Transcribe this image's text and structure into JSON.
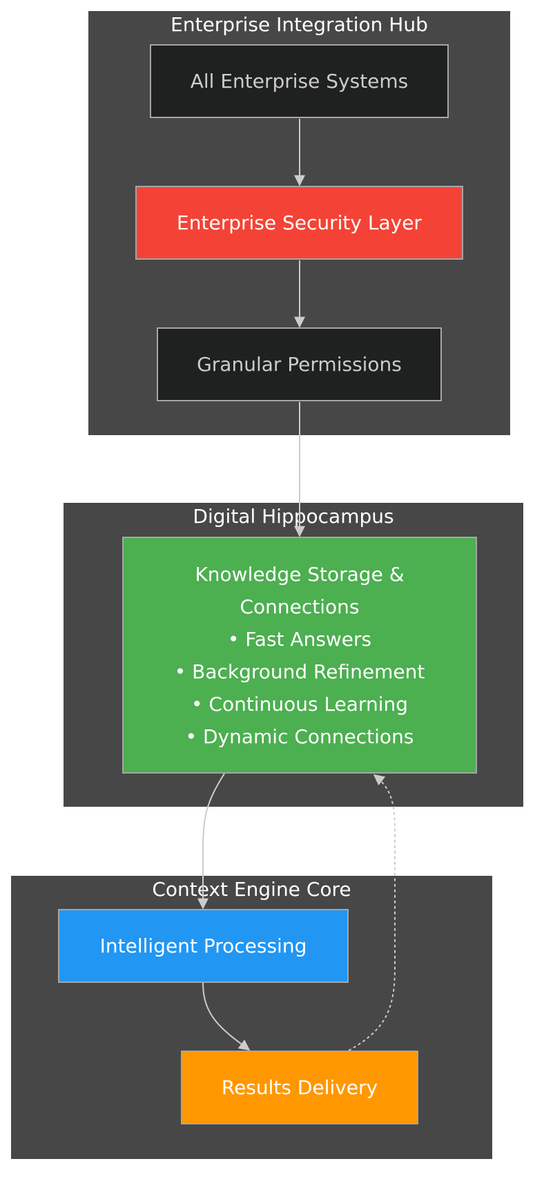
{
  "clusters": {
    "integration_hub": {
      "title": "Enterprise Integration Hub"
    },
    "hippocampus": {
      "title": "Digital Hippocampus"
    },
    "engine_core": {
      "title": "Context Engine Core"
    }
  },
  "nodes": {
    "enterprise_systems": {
      "label": "All Enterprise Systems"
    },
    "security_layer": {
      "label": "Enterprise Security Layer"
    },
    "permissions": {
      "label": "Granular Permissions"
    },
    "knowledge": {
      "lines": [
        "Knowledge Storage &",
        "Connections",
        "• Fast Answers",
        "• Background Refinement",
        "• Continuous Learning",
        "• Dynamic Connections"
      ]
    },
    "processing": {
      "label": "Intelligent Processing"
    },
    "results": {
      "label": "Results Delivery"
    }
  },
  "colors": {
    "cluster_bg": "#474747",
    "dark_node": "#1f2020",
    "security": "#f44336",
    "knowledge": "#4caf50",
    "processing": "#2196f3",
    "results": "#ff9800",
    "edge": "#cccccc"
  },
  "edges": [
    {
      "from": "enterprise_systems",
      "to": "security_layer",
      "style": "solid"
    },
    {
      "from": "security_layer",
      "to": "permissions",
      "style": "solid"
    },
    {
      "from": "permissions",
      "to": "knowledge",
      "style": "solid"
    },
    {
      "from": "knowledge",
      "to": "processing",
      "style": "solid"
    },
    {
      "from": "processing",
      "to": "results",
      "style": "solid"
    },
    {
      "from": "results",
      "to": "knowledge",
      "style": "dashed"
    }
  ]
}
